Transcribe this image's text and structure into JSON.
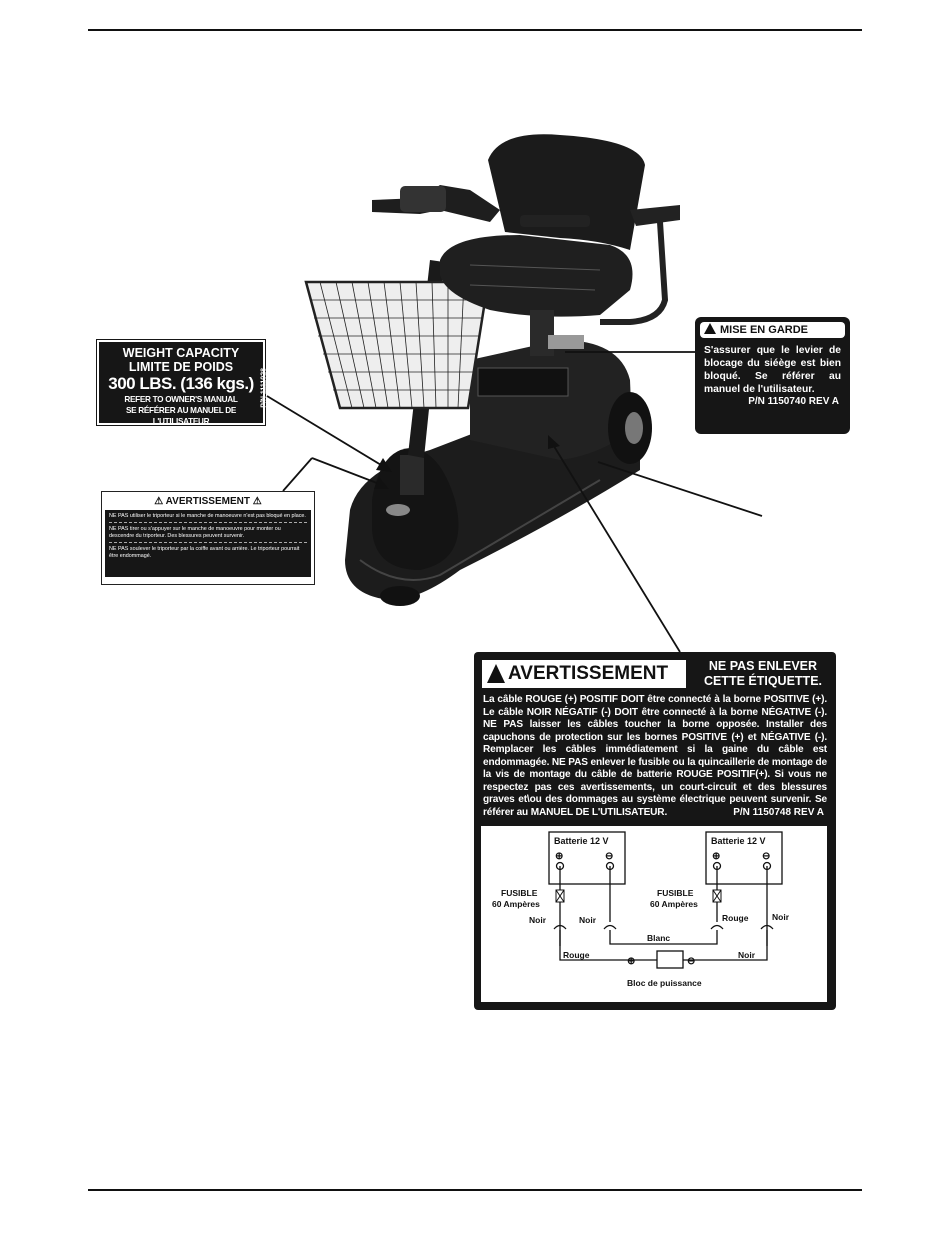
{
  "weight_label": {
    "line1": "WEIGHT CAPACITY",
    "line2": "LIMITE DE POIDS",
    "line3": "300 LBS. (136 kgs.)",
    "line4": "REFER TO OWNER'S MANUAL",
    "line5": "SE RÉFÉRER AU MANUEL DE L'UTILISATEUR",
    "part_number": "P/N 1111028"
  },
  "small_warning": {
    "title": "AVERTISSEMENT",
    "item1": "NE PAS utiliser le triporteur si le manche de manoeuvre n'est pas bloqué en place.",
    "item2": "NE PAS tirer ou s'appuyer sur le manche de manoeuvre pour monter ou descendre du triporteur. Des blessures peuvent survenir.",
    "item3": "NE PAS soulever le triporteur par la coiffe avant ou arrière. Le triporteur pourrait être endommagé."
  },
  "mise_en_garde": {
    "title": "MISE EN GARDE",
    "text": "S'assurer que le levier de blocage du siéège est bien bloqué. Se référer au manuel de l'utilisateur.",
    "part_number": "P/N 1150740 REV A"
  },
  "big_warning": {
    "title": "AVERTISSEMENT",
    "right_line1": "NE PAS ENLEVER",
    "right_line2": "CETTE ÉTIQUETTE.",
    "text": "La câble ROUGE (+) POSITIF DOIT être connecté à la borne POSITIVE (+). Le câble NOIR NÉGATIF (-) DOIT être connecté à la borne NÉGATIVE (-). NE PAS laisser les câbles toucher la borne opposée. Installer des capuchons de protection sur les bornes POSITIVE (+) et NÉGATIVE (-). Remplacer les câbles immédiatement si la gaine du câble est endommagée. NE PAS enlever le fusible ou la quincaillerie de montage de la vis de montage du câble de batterie ROUGE POSITIF(+). Si vous ne respectez pas ces avertissements, un court-circuit et des blessures graves et\\ou des dommages au système électrique peuvent survenir. Se référer au MANUEL DE L'UTILISATEUR.",
    "part_number": "P/N 1150748 REV A"
  },
  "wiring_diagram": {
    "battery1": "Batterie 12 V",
    "battery2": "Batterie 12 V",
    "plus_symbol": "⊕",
    "minus_symbol": "⊖",
    "fuse1_line1": "FUSIBLE",
    "fuse1_line2": "60 Ampères",
    "fuse2_line1": "FUSIBLE",
    "fuse2_line2": "60 Ampères",
    "noir_1": "Noir",
    "noir_2": "Noir",
    "noir_3": "Noir",
    "noir_4": "Noir",
    "rouge_1": "Rouge",
    "rouge_2": "Rouge",
    "blanc": "Blanc",
    "power_block": "Bloc de puissance"
  }
}
